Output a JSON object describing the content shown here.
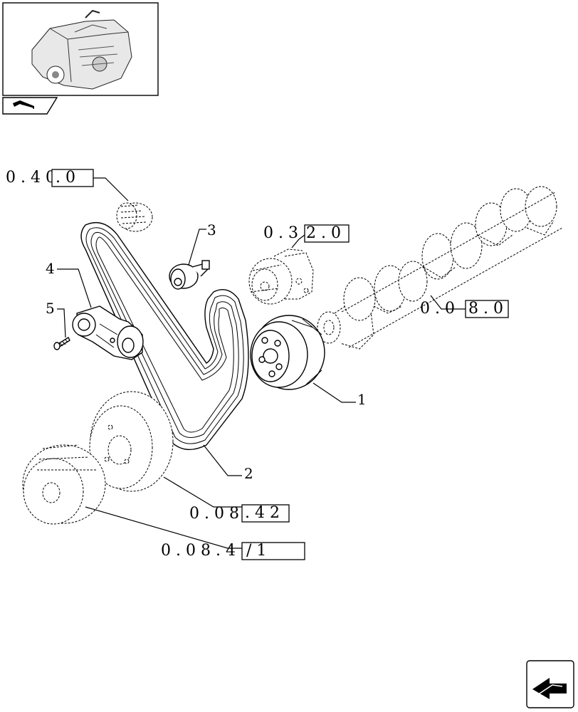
{
  "icons": {
    "engine_thumbnail": "engine-thumbnail",
    "section_tab": "book-tab-icon",
    "next_page": "next-page-arrow-icon"
  },
  "references": {
    "ref_0_40_0": {
      "prefix": "0 . 4 0",
      "boxed": ". 0"
    },
    "ref_0_32_0": {
      "prefix": "0 . 3",
      "boxed": "2 . 0"
    },
    "ref_0_08_0": {
      "prefix": "0 . 0",
      "boxed": "8 . 0"
    },
    "ref_0_08_42": {
      "prefix": "0 . 0 8",
      "boxed": ". 4 2"
    },
    "ref_0_08_41": {
      "prefix": "0 . 0 8 . 4",
      "boxed": "/ 1"
    }
  },
  "callouts": {
    "c1": "1",
    "c2": "2",
    "c3": "3",
    "c4": "4",
    "c5": "5"
  }
}
